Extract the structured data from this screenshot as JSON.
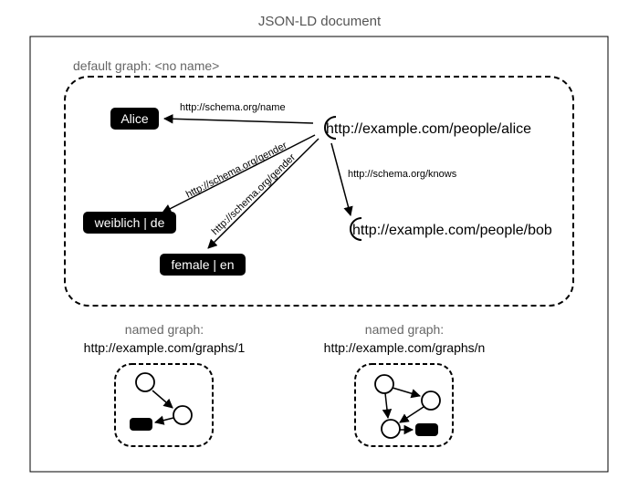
{
  "document_title": "JSON-LD document",
  "default_graph": {
    "label": "default graph: <no name>",
    "nodes": {
      "alice": "http://example.com/people/alice",
      "bob": "http://example.com/people/bob"
    },
    "literals": {
      "alice": "Alice",
      "weiblich": "weiblich | de",
      "female": "female | en"
    },
    "edges": {
      "name": "http://schema.org/name",
      "gender_de": "http://schema.org/gender",
      "gender_en": "http://schema.org/gender",
      "knows": "http://schema.org/knows"
    }
  },
  "named_graphs": [
    {
      "caption": "named graph:",
      "name": "http://example.com/graphs/1"
    },
    {
      "caption": "named graph:",
      "name": "http://example.com/graphs/n"
    }
  ]
}
